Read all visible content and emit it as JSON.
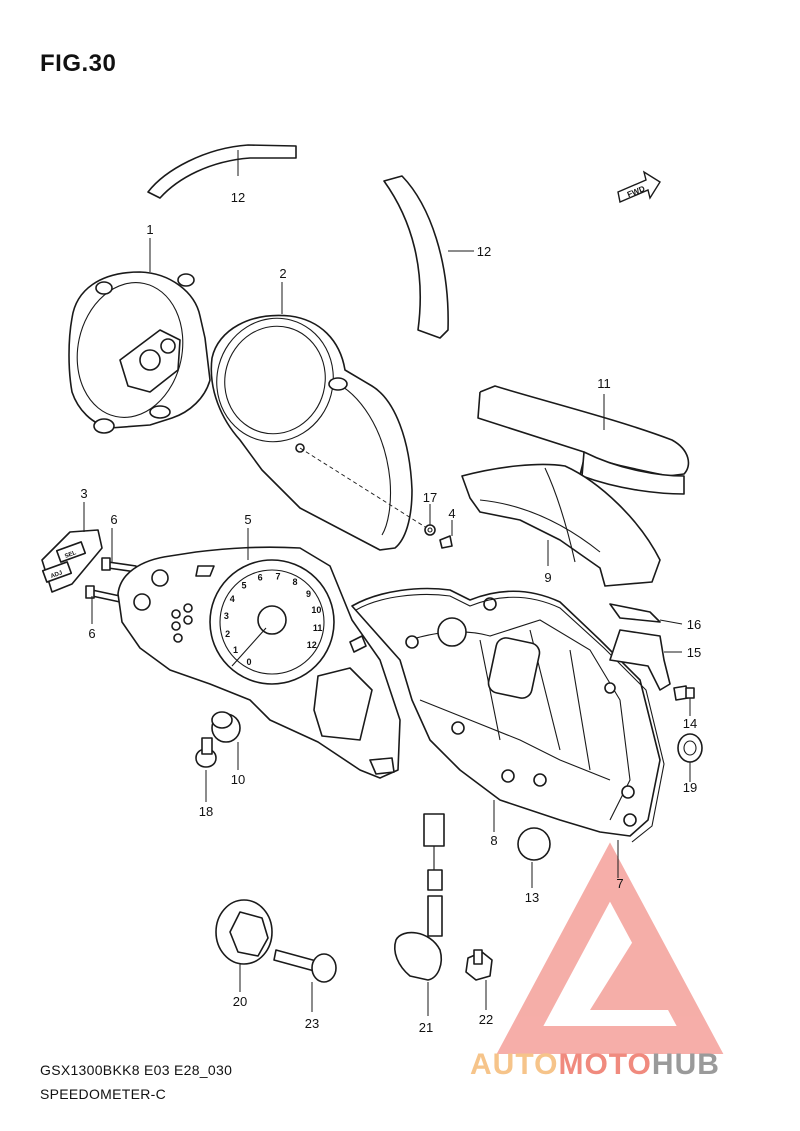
{
  "figure_title": "FIG.30",
  "footer": {
    "model_code": "GSX1300BKK8 E03 E28_030",
    "assembly_name": "SPEEDOMETER-C"
  },
  "fwd_label": "FWD",
  "watermark": {
    "part1": "AUTO",
    "part2": "MOTO",
    "part3": "HUB",
    "colors": {
      "auto": "#f6c48a",
      "moto": "#f08a7e",
      "hub": "#9a9a9a",
      "logo": "#f4a09a"
    }
  },
  "callouts": {
    "c1": "1",
    "c2": "2",
    "c3": "3",
    "c4": "4",
    "c5": "5",
    "c6a": "6",
    "c6b": "6",
    "c7": "7",
    "c8": "8",
    "c9": "9",
    "c10": "10",
    "c11": "11",
    "c12a": "12",
    "c12b": "12",
    "c13": "13",
    "c14": "14",
    "c15": "15",
    "c16": "16",
    "c17": "17",
    "c18": "18",
    "c19": "19",
    "c20": "20",
    "c21": "21",
    "c22": "22",
    "c23": "23"
  },
  "gauge_numbers": [
    "0",
    "1",
    "2",
    "3",
    "4",
    "5",
    "6",
    "7",
    "8",
    "9",
    "10",
    "11",
    "12"
  ],
  "button_labels": {
    "sel": "SEL",
    "adj": "ADJ"
  }
}
